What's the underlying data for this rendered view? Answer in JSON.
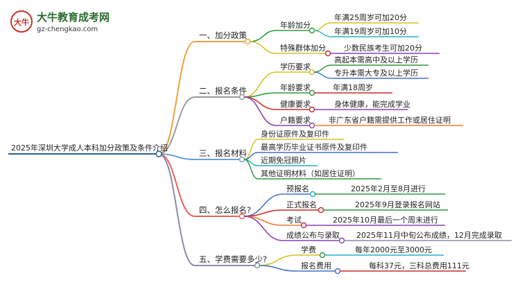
{
  "logo": {
    "title": "大牛教育成考网",
    "url": "gz-chengkao.com",
    "mark": "大牛"
  },
  "colors": {
    "root": "#2a5f8f",
    "b1": "#f0a140",
    "b2": "#9b9b9b",
    "b3": "#6aa0d8",
    "b4": "#e8605a",
    "b5": "#8a8aa8",
    "green": "#2e9a3a",
    "yellow": "#d6c020",
    "blue": "#3f72c8",
    "red": "#cf2a2a",
    "cyan": "#22b0c8",
    "orange": "#f07830",
    "purple": "#8e3fb0"
  },
  "root": {
    "label": "2025年深圳大学成人本科加分政策及条件介绍"
  },
  "branches": [
    {
      "label": "一、加分政策",
      "children": [
        {
          "label": "年龄加分",
          "children": [
            {
              "label": "年满25周岁可加20分"
            },
            {
              "label": "年满19周岁可加10分"
            }
          ]
        },
        {
          "label": "特殊群体加分",
          "children": [
            {
              "label": "少数民族考生可加20分"
            }
          ]
        }
      ]
    },
    {
      "label": "二、报名条件",
      "children": [
        {
          "label": "学历要求",
          "children": [
            {
              "label": "高起本需高中及以上学历"
            },
            {
              "label": "专升本需大专及以上学历"
            }
          ]
        },
        {
          "label": "年龄要求",
          "children": [
            {
              "label": "年满18周岁"
            }
          ]
        },
        {
          "label": "健康要求",
          "children": [
            {
              "label": "身体健康，能完成学业"
            }
          ]
        },
        {
          "label": "户籍要求",
          "children": [
            {
              "label": "非广东省户籍需提供工作或居住证明"
            }
          ]
        }
      ]
    },
    {
      "label": "三、报名材料",
      "children": [
        {
          "label": "身份证原件及复印件"
        },
        {
          "label": "最高学历毕业证书原件及复印件"
        },
        {
          "label": "近期免冠照片"
        },
        {
          "label": "其他证明材料（如居住证明）"
        }
      ]
    },
    {
      "label": "四、怎么报名?",
      "children": [
        {
          "label": "预报名",
          "children": [
            {
              "label": "2025年2月至8月进行"
            }
          ]
        },
        {
          "label": "正式报名",
          "children": [
            {
              "label": "2025年9月登录报名网站"
            }
          ]
        },
        {
          "label": "考试",
          "children": [
            {
              "label": "2025年10月最后一个周末进行"
            }
          ]
        },
        {
          "label": "成绩公布与录取",
          "children": [
            {
              "label": "2025年11月中旬公布成绩，12月完成录取"
            }
          ]
        }
      ]
    },
    {
      "label": "五、学费需要多少?",
      "children": [
        {
          "label": "学费",
          "children": [
            {
              "label": "每年2000元至3000元"
            }
          ]
        },
        {
          "label": "报名费用",
          "children": [
            {
              "label": "每科37元，三科总费用111元"
            }
          ]
        }
      ]
    }
  ]
}
